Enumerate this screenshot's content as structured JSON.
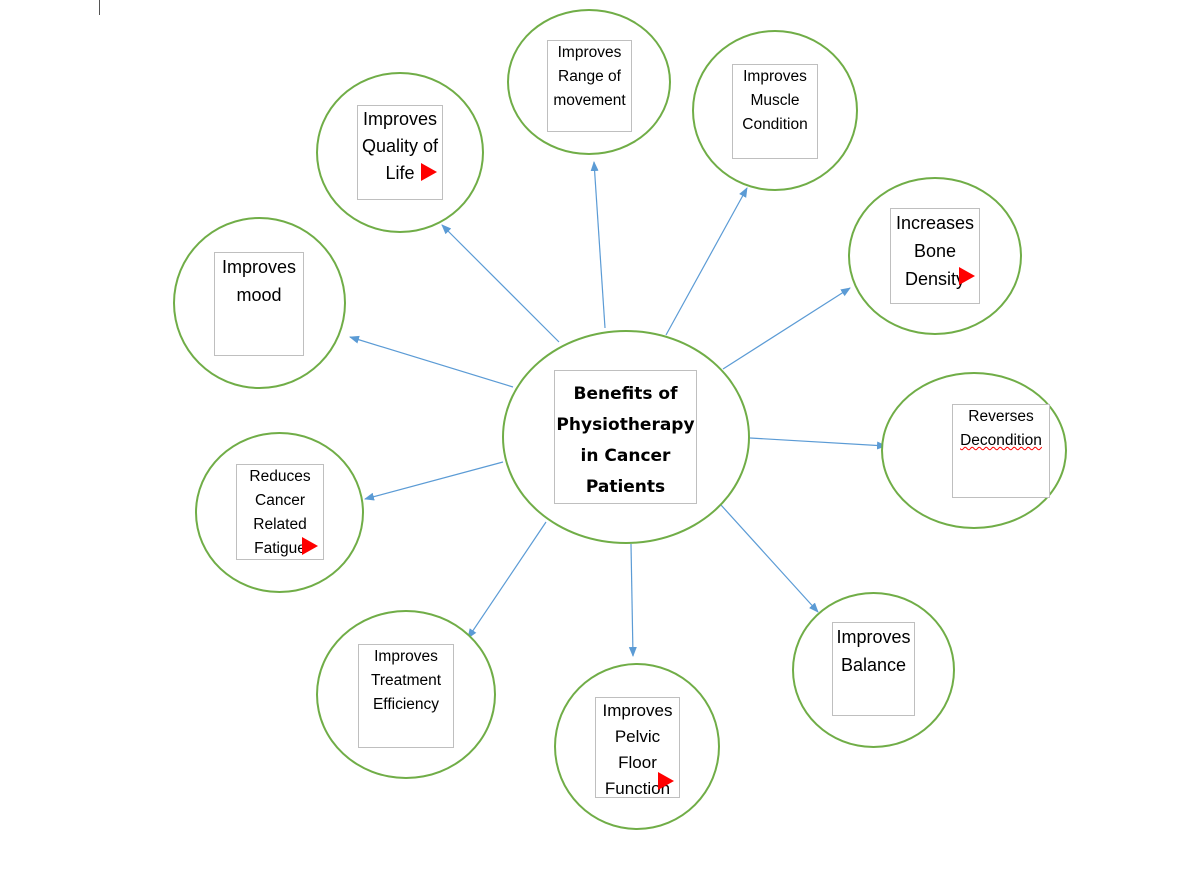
{
  "diagram": {
    "center": {
      "label": "Benefits of\nPhysiotherapy\nin Cancer\nPatients"
    },
    "nodes": [
      {
        "id": "range-of-movement",
        "label": "Improves\nRange of\nmovement"
      },
      {
        "id": "muscle-condition",
        "label": "Improves\nMuscle\nCondition"
      },
      {
        "id": "bone-density",
        "label": "Increases\nBone\nDensity"
      },
      {
        "id": "reverses-decondition",
        "label": "Reverses\nDecondition"
      },
      {
        "id": "balance",
        "label": "Improves\nBalance"
      },
      {
        "id": "pelvic-floor",
        "label": "Improves\nPelvic\nFloor\nFunction"
      },
      {
        "id": "treatment-efficiency",
        "label": "Improves\nTreatment\nEfficiency"
      },
      {
        "id": "cancer-fatigue",
        "label": "Reduces\nCancer\nRelated\nFatigue"
      },
      {
        "id": "mood",
        "label": "Improves\nmood"
      },
      {
        "id": "quality-of-life",
        "label": "Improves\nQuality of\nLife"
      }
    ]
  },
  "colors": {
    "circle_border": "#70ad47",
    "arrow": "#5b9bd5",
    "box_border": "#bfbfbf",
    "marker": "#ff0000",
    "text": "#000000"
  },
  "icons": {
    "marker": "red-triangle-marker-icon",
    "cursor": "text-cursor-icon"
  }
}
